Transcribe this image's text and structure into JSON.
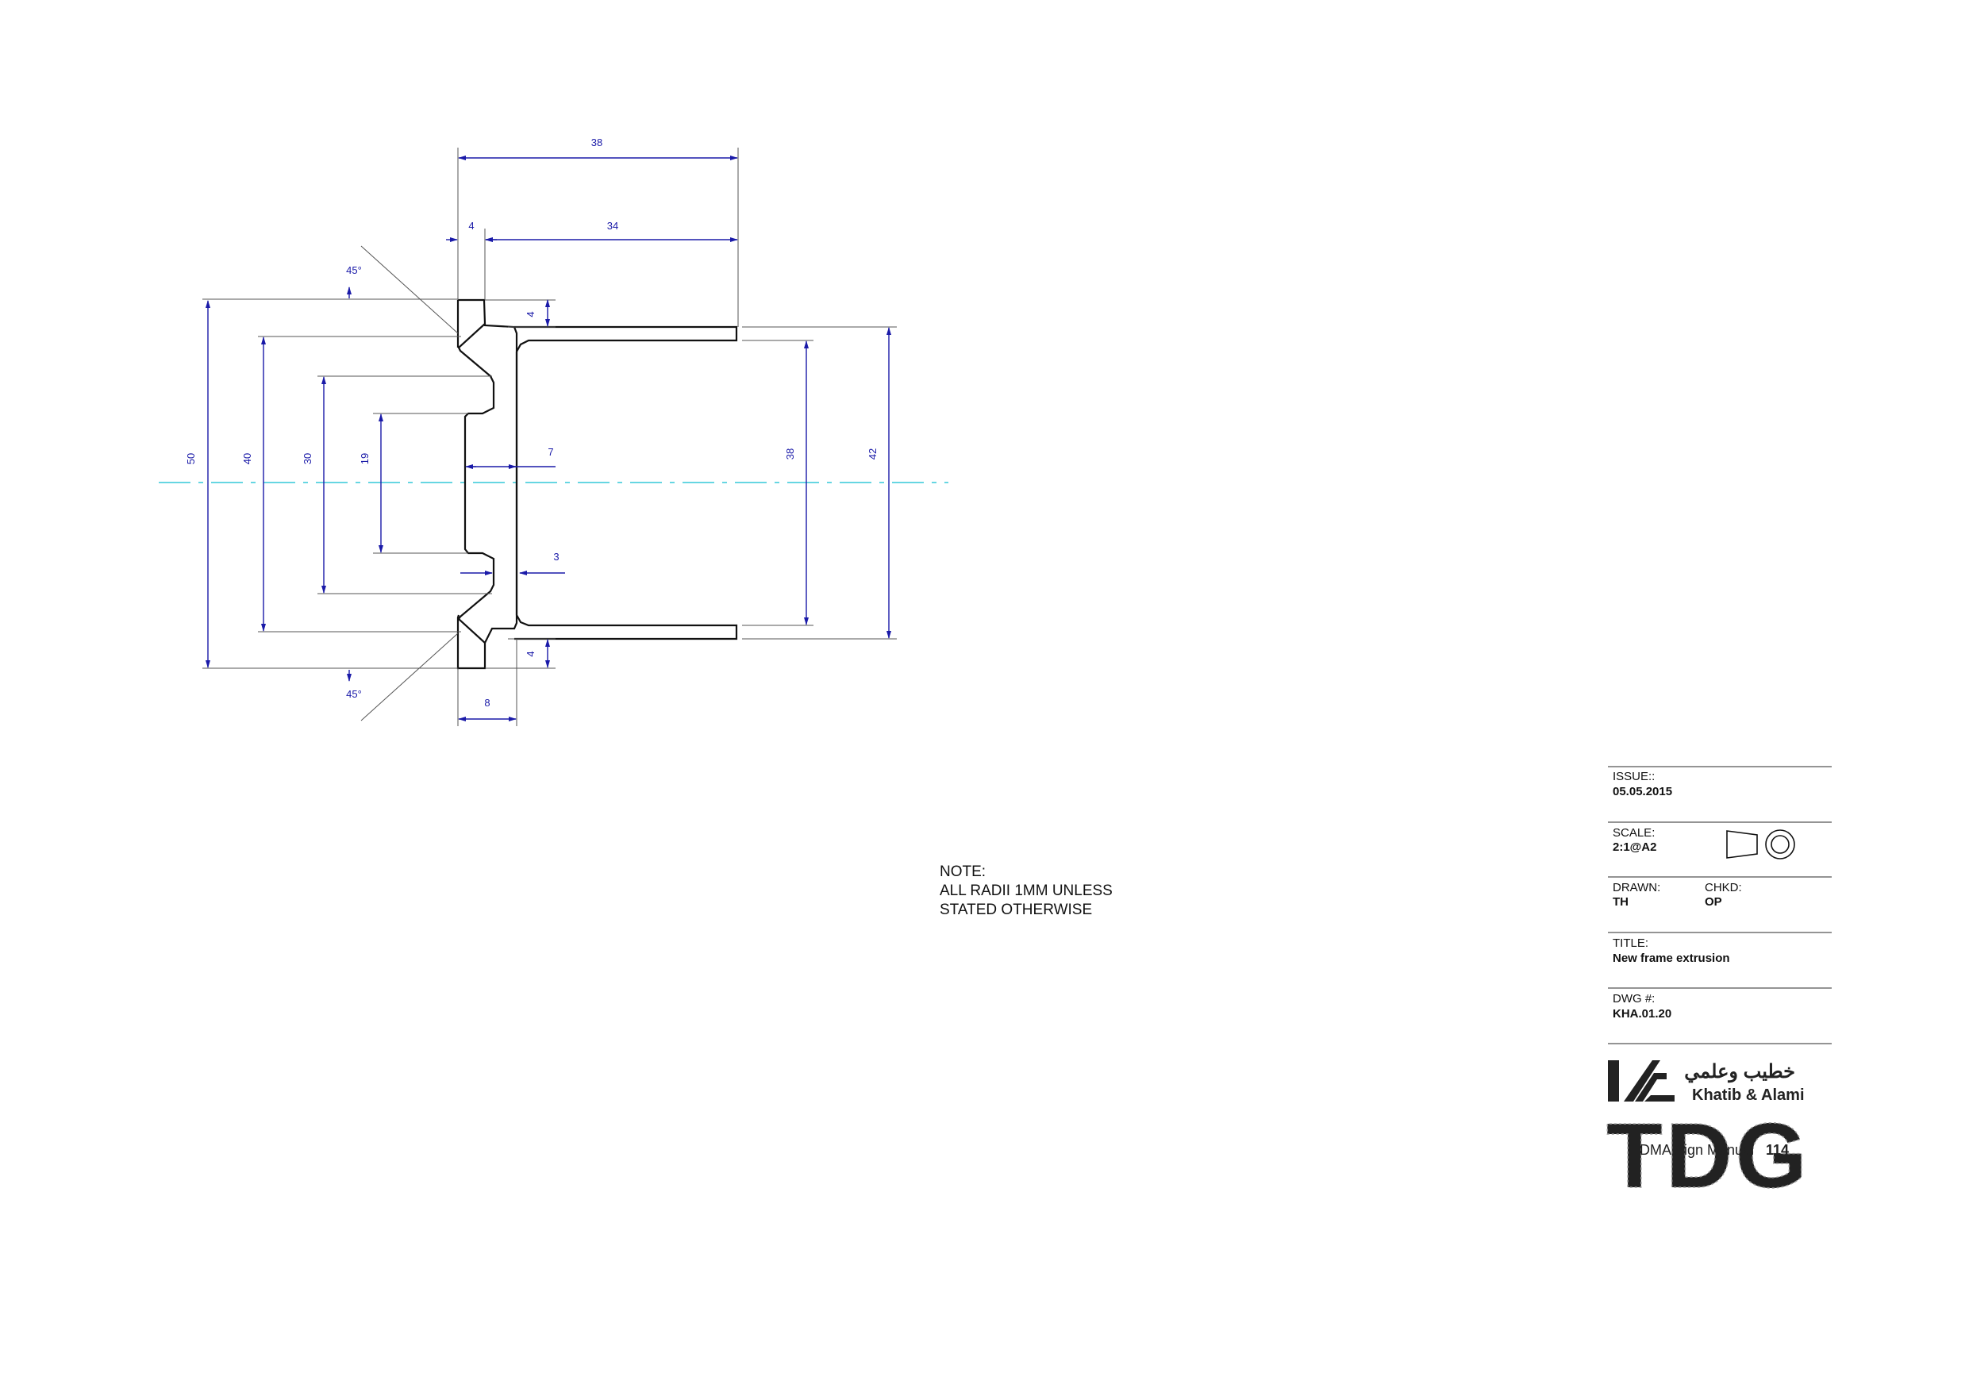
{
  "dimensions": {
    "overall_width": "38",
    "flange_width": "4",
    "channel_width": "34",
    "height_50": "50",
    "height_40": "40",
    "height_30": "30",
    "height_19": "19",
    "inner_38": "38",
    "outer_42": "42",
    "web_7": "7",
    "web_3": "3",
    "top_4": "4",
    "bottom_4": "4",
    "base_8": "8",
    "angle_top": "45°",
    "angle_bottom": "45°"
  },
  "note": {
    "heading": "NOTE:",
    "line1": "ALL RADII 1MM UNLESS",
    "line2": "STATED OTHERWISE"
  },
  "title_block": {
    "issue_label": "ISSUE::",
    "issue_value": "05.05.2015",
    "scale_label": "SCALE:",
    "scale_value": "2:1@A2",
    "drawn_label": "DRAWN:",
    "drawn_value": "TH",
    "chkd_label": "CHKD:",
    "chkd_value": "OP",
    "title_label": "TITLE:",
    "title_value": "New frame extrusion",
    "dwg_label": "DWG #:",
    "dwg_value": "KHA.01.20"
  },
  "logo": {
    "arabic": "خطيب وعلمي",
    "english": "Khatib & Alami",
    "tdg": "TDG",
    "manual": "DMA Sign Manual",
    "page": "114"
  },
  "colors": {
    "dimension": "#1a1aa8",
    "centerline": "#33c8d8",
    "profile": "#111111"
  }
}
